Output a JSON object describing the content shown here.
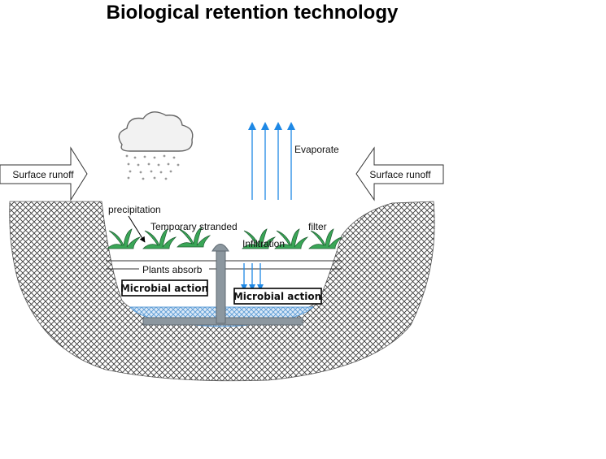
{
  "title": "Biological retention technology",
  "labels": {
    "surface_runoff_left": "Surface runoff",
    "surface_runoff_right": "Surface runoff",
    "evaporate": "Evaporate",
    "precipitation": "precipitation",
    "temporary_stranded": "Temporary stranded",
    "filter": "filter",
    "infiltration": "Infiltration",
    "plants_absorb": "Plants absorb",
    "microbial_action_left": "Microbial action",
    "microbial_action_right": "Microbial action"
  },
  "icons": {
    "cloud": "rain-cloud-icon",
    "plants": "grass-plant-icon",
    "evaporation_arrows": "up-arrow-icon",
    "infiltration_arrows": "down-arrow-icon",
    "pipe": "drain-pipe-icon"
  },
  "colors": {
    "arrow_blue": "#1e88e5",
    "plant_green": "#3aa657",
    "water_blue": "#5b9bd5",
    "pipe_gray": "#8c979f",
    "soil_hatch": "#333333"
  }
}
